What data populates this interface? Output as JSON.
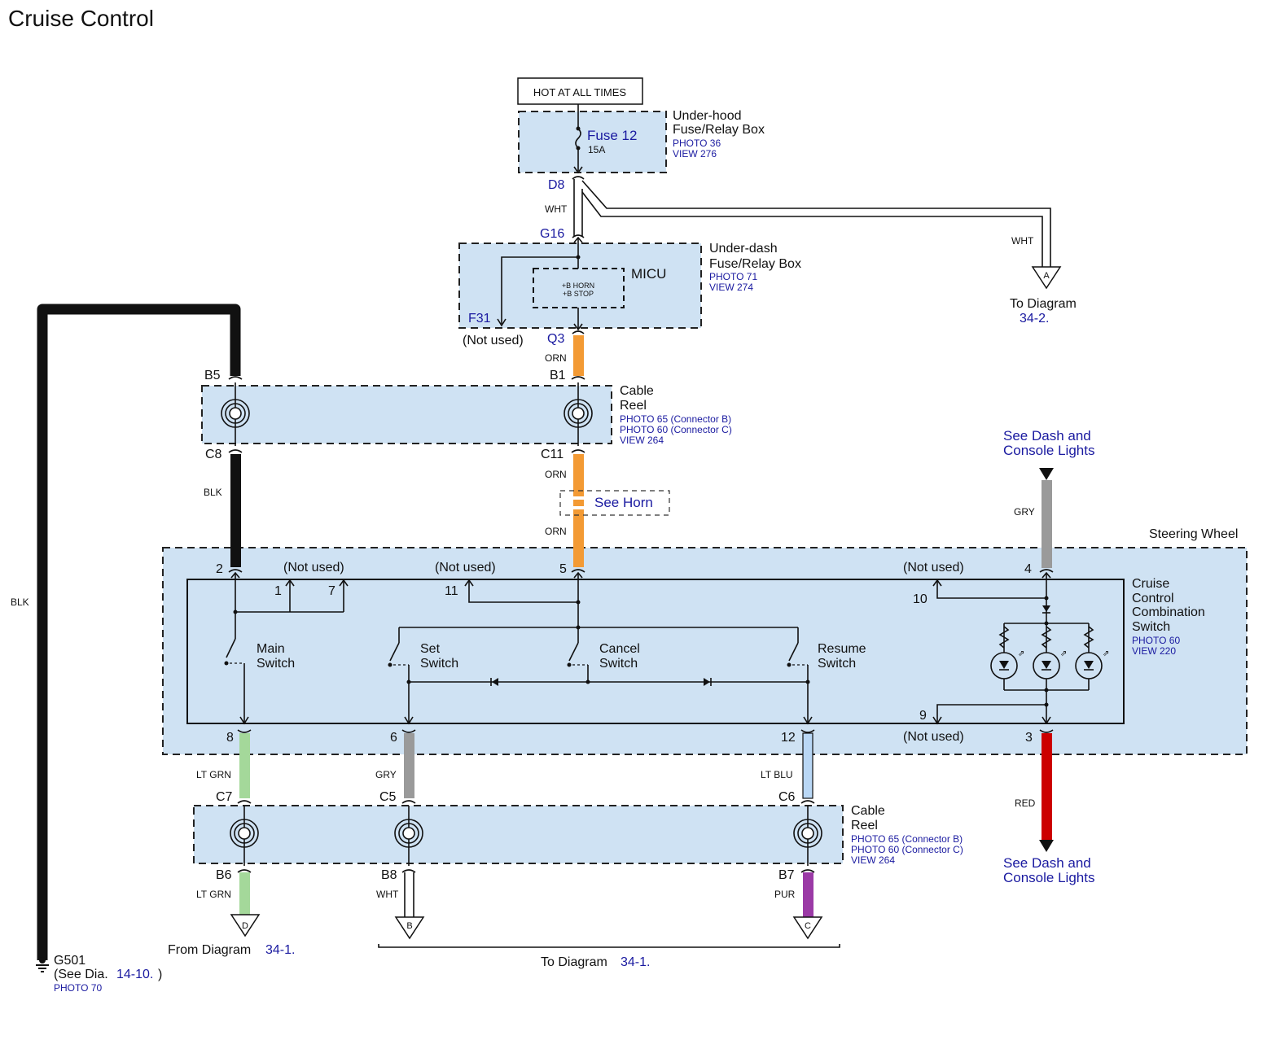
{
  "title": "Cruise Control",
  "hot_label": "HOT AT ALL TIMES",
  "underhood": {
    "name_1": "Under-hood",
    "name_2": "Fuse/Relay Box",
    "photo": "PHOTO 36",
    "view": "VIEW 276",
    "fuse": "Fuse 12",
    "amps": "15A"
  },
  "connectors": {
    "d8": "D8",
    "g16": "G16",
    "f31": "F31",
    "q3": "Q3",
    "b1": "B1",
    "b5": "B5",
    "c8": "C8",
    "c11": "C11",
    "c7": "C7",
    "c5": "C5",
    "c6": "C6",
    "b6": "B6",
    "b8": "B8",
    "b7": "B7"
  },
  "underdash": {
    "name_1": "Under-dash",
    "name_2": "Fuse/Relay Box",
    "photo": "PHOTO 71",
    "view": "VIEW 274",
    "micu": "MICU",
    "horn": "+B HORN",
    "stop": "+B STOP",
    "not_used": "(Not used)"
  },
  "wire_colors": {
    "wht_top": "WHT",
    "wht_right": "WHT",
    "orn_1": "ORN",
    "orn_2": "ORN",
    "orn_3": "ORN",
    "blk_1": "BLK",
    "blk_2": "BLK",
    "gry_1": "GRY",
    "gry_2": "GRY",
    "lt_grn_1": "LT GRN",
    "lt_grn_2": "LT GRN",
    "lt_blu": "LT BLU",
    "red": "RED",
    "wht_bottom": "WHT",
    "pur": "PUR"
  },
  "cable_reel_top": {
    "name_1": "Cable",
    "name_2": "Reel",
    "photo_b": "PHOTO 65 (Connector B)",
    "photo_c": "PHOTO 60 (Connector C)",
    "view": "VIEW 264"
  },
  "cable_reel_bottom": {
    "name_1": "Cable",
    "name_2": "Reel",
    "photo_b": "PHOTO 65 (Connector B)",
    "photo_c": "PHOTO 60 (Connector C)",
    "view": "VIEW 264"
  },
  "see_horn": "See Horn",
  "see_dash_top_1": "See Dash and",
  "see_dash_top_2": "Console Lights",
  "see_dash_bottom_1": "See Dash and",
  "see_dash_bottom_2": "Console Lights",
  "steering_wheel": "Steering Wheel",
  "switch_box": {
    "name_1": "Cruise",
    "name_2": "Control",
    "name_3": "Combination",
    "name_4": "Switch",
    "photo": "PHOTO 60",
    "view": "VIEW 220"
  },
  "pins": {
    "p2": "2",
    "p1": "1",
    "p7": "7",
    "p11": "11",
    "p5": "5",
    "p10": "10",
    "p4": "4",
    "p8": "8",
    "p6": "6",
    "p12": "12",
    "p9": "9",
    "p3": "3"
  },
  "not_used_labels": {
    "top_1": "(Not used)",
    "top_2": "(Not used)",
    "top_3": "(Not used)",
    "bottom": "(Not used)"
  },
  "switches": {
    "main_1": "Main",
    "main_2": "Switch",
    "set_1": "Set",
    "set_2": "Switch",
    "cancel_1": "Cancel",
    "cancel_2": "Switch",
    "resume_1": "Resume",
    "resume_2": "Switch"
  },
  "to_diagram_a": {
    "letter": "A",
    "line_1": "To Diagram",
    "line_2": "34-2."
  },
  "bottom_refs": {
    "d_letter": "D",
    "b_letter": "B",
    "c_letter": "C",
    "from_text": "From Diagram",
    "from_num": "34-1.",
    "to_text": "To Diagram",
    "to_num": "34-1."
  },
  "ground": {
    "name": "G501",
    "see_text": "(See Dia.",
    "see_num": "14-10.",
    "close": ")",
    "photo": "PHOTO 70"
  },
  "colors": {
    "box_fill": "#cfe2f3",
    "orange": "#f39a34",
    "gray": "#9a9a9a",
    "lt_green": "#a4d89a",
    "lt_blue": "#b9d7f5",
    "red": "#cc0000",
    "purple": "#9b3aa6",
    "ref_blue": "#1a1aa0"
  }
}
